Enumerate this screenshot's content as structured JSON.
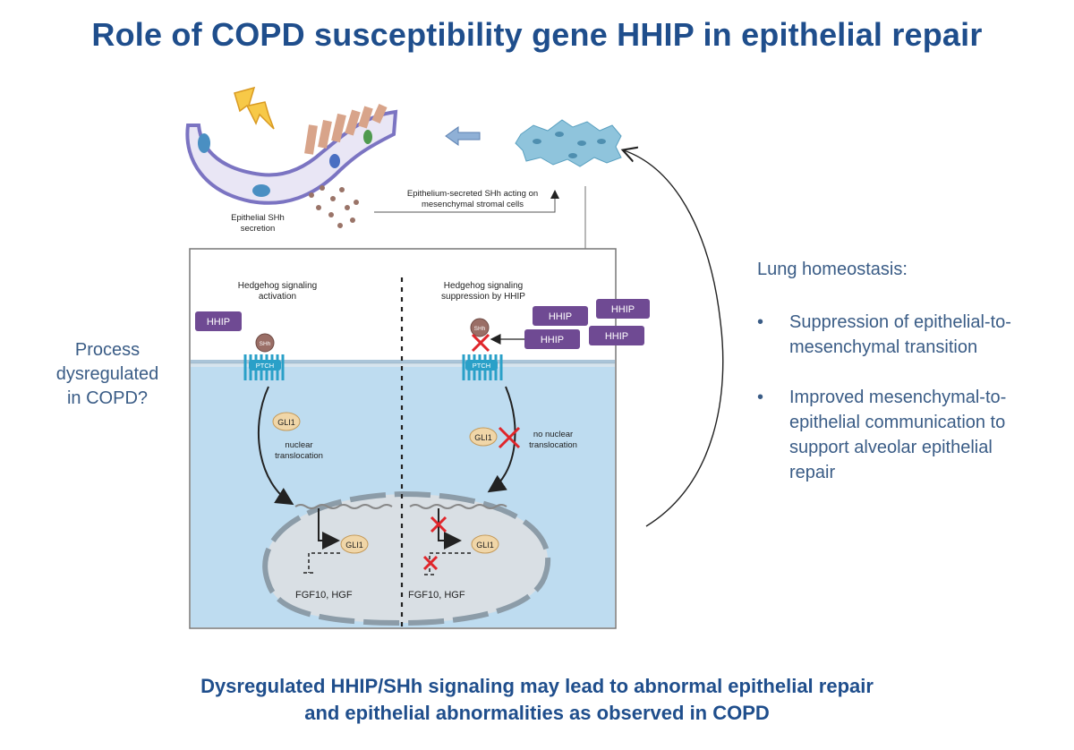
{
  "title": "Role of COPD susceptibility gene HHIP in epithelial repair",
  "side_question": [
    "Process",
    "dysregulated",
    "in COPD?"
  ],
  "top_panel": {
    "epithelial_secretion": [
      "Epithelial SHh",
      "secretion"
    ],
    "mesenchymal_label": [
      "Epithelium-secreted SHh acting on",
      "mesenchymal stromal cells"
    ]
  },
  "left_panel": {
    "heading": [
      "Hedgehog signaling",
      "activation"
    ],
    "hhip": "HHIP",
    "shh": "SHh",
    "ptch": "PTCH",
    "gli1": "GLI1",
    "translocation": [
      "nuclear",
      "translocation"
    ],
    "gli1_nucleus": "GLI1",
    "targets": "FGF10, HGF"
  },
  "right_panel": {
    "heading": [
      "Hedgehog signaling",
      "suppression by HHIP"
    ],
    "hhip_boxes": [
      "HHIP",
      "HHIP",
      "HHIP",
      "HHIP"
    ],
    "shh": "SHh",
    "ptch": "PTCH",
    "gli1": "GLI1",
    "translocation": [
      "no nuclear",
      "translocation"
    ],
    "gli1_nucleus": "GLI1",
    "targets": "FGF10, HGF"
  },
  "homeostasis": {
    "heading": "Lung homeostasis:",
    "bullets": [
      [
        "Suppression of epithelial-to-",
        "mesenchymal transition"
      ],
      [
        "Improved mesenchymal-to-",
        "epithelial communication to",
        "support alveolar epithelial",
        "repair"
      ]
    ]
  },
  "conclusion": [
    "Dysregulated HHIP/SHh signaling may lead to abnormal epithelial repair",
    "and epithelial abnormalities as observed in COPD"
  ],
  "colors": {
    "title_blue": "#1f4e8c",
    "text_blue": "#3a5c86",
    "hhip_purple": "#6f4a93",
    "cell_fill": "#bedcf0",
    "inhibit_red": "#e0262b"
  }
}
